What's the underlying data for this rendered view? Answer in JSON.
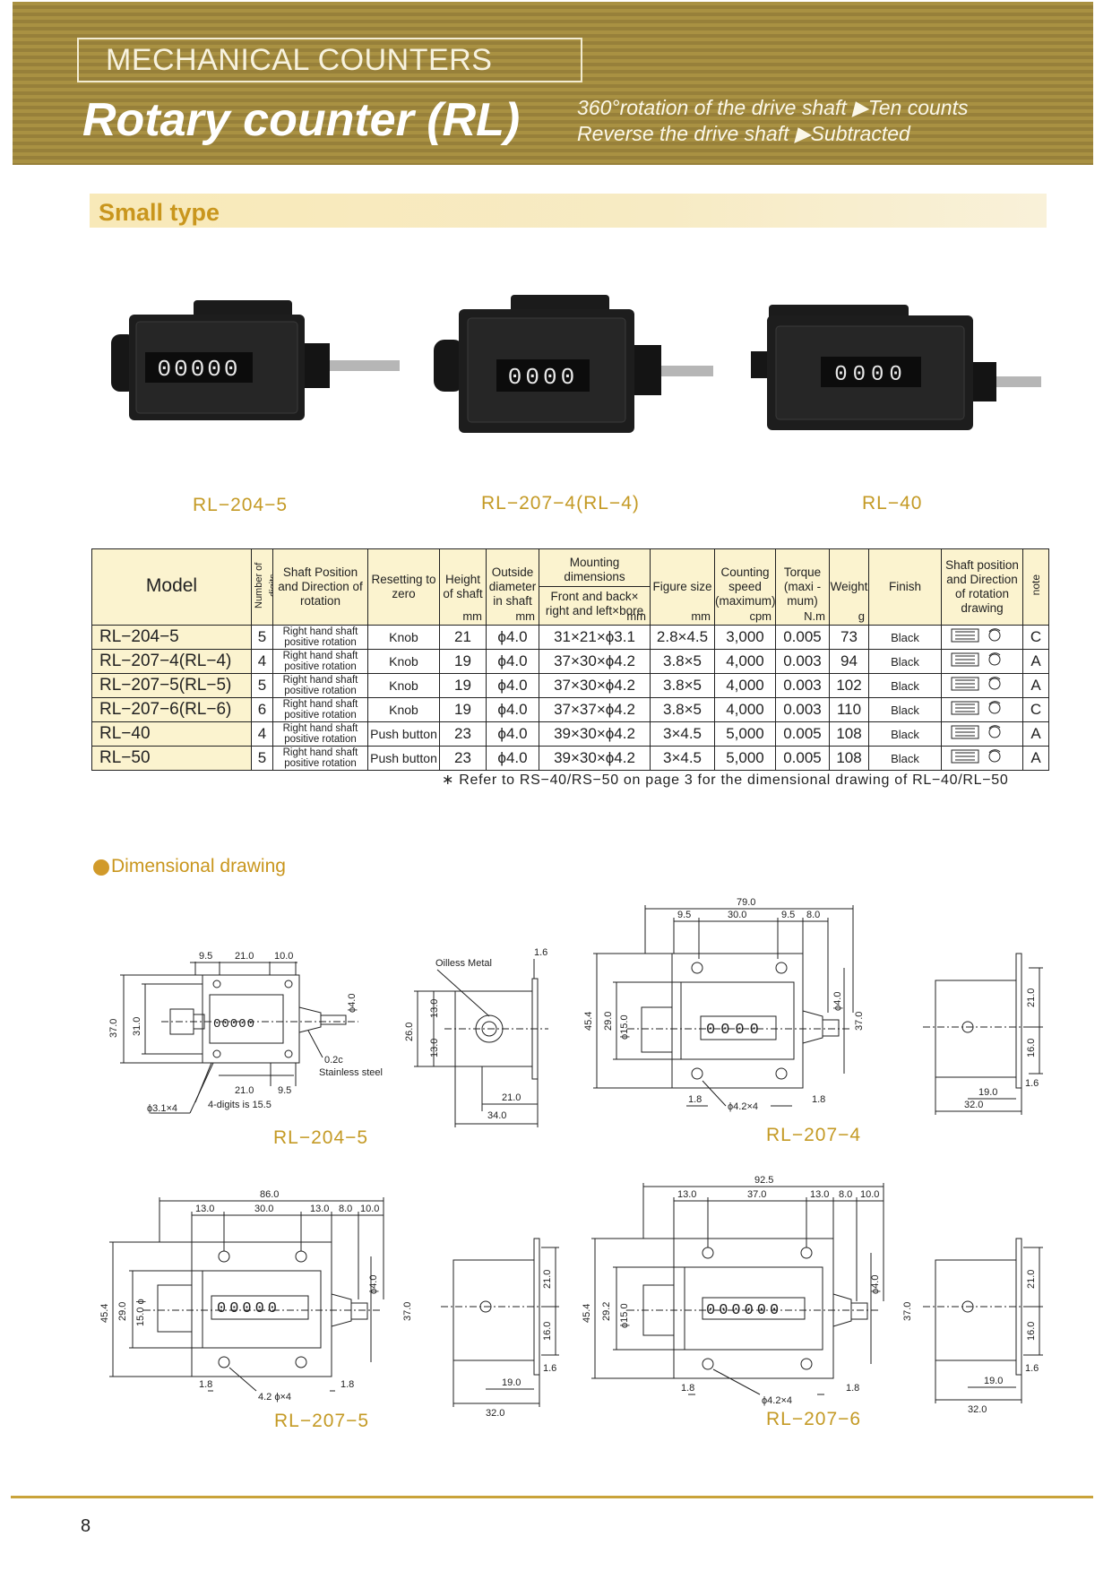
{
  "header": {
    "category": "MECHANICAL COUNTERS",
    "title": "Rotary counter (RL)",
    "tagline_1": "360°rotation of the drive shaft ▶Ten counts",
    "tagline_2": "Reverse the drive shaft ▶Subtracted"
  },
  "section": {
    "title": "Small type"
  },
  "products": [
    {
      "caption": "RL−204−5",
      "display": "00000"
    },
    {
      "caption": "RL−207−4(RL−4)",
      "display": "0000"
    },
    {
      "caption": "RL−40",
      "display": "0000"
    }
  ],
  "table": {
    "headers": {
      "model": "Model",
      "digits": "Number of digits",
      "shaft": "Shaft Position and Direction of rotation",
      "reset": "Resetting to zero",
      "height": "Height of shaft",
      "height_unit": "mm",
      "diameter": "Outside diameter in shaft",
      "diameter_unit": "mm",
      "mount_1": "Mounting dimensions",
      "mount_2": "Front and back×",
      "mount_3": "right and left×bore",
      "mount_unit": "mm",
      "figure": "Figure size",
      "figure_unit": "mm",
      "speed": "Counting speed (maximum)",
      "speed_unit": "cpm",
      "torque": "Torque (maxi -mum)",
      "torque_unit": "N.m",
      "weight": "Weight",
      "weight_unit": "g",
      "finish": "Finish",
      "shaftpos": "Shaft position and Direction of rotation drawing",
      "note": "note"
    },
    "rows": [
      {
        "model": "RL−204−5",
        "digits": "5",
        "shaft": "Right hand shaft positive rotation",
        "reset": "Knob",
        "height": "21",
        "diameter": "ϕ4.0",
        "mount": "31×21×ϕ3.1",
        "figure": "2.8×4.5",
        "speed": "3,000",
        "torque": "0.005",
        "weight": "73",
        "finish": "Black",
        "note": "C"
      },
      {
        "model": "RL−207−4(RL−4)",
        "digits": "4",
        "shaft": "Right hand shaft positive rotation",
        "reset": "Knob",
        "height": "19",
        "diameter": "ϕ4.0",
        "mount": "37×30×ϕ4.2",
        "figure": "3.8×5",
        "speed": "4,000",
        "torque": "0.003",
        "weight": "94",
        "finish": "Black",
        "note": "A"
      },
      {
        "model": "RL−207−5(RL−5)",
        "digits": "5",
        "shaft": "Right hand shaft positive rotation",
        "reset": "Knob",
        "height": "19",
        "diameter": "ϕ4.0",
        "mount": "37×30×ϕ4.2",
        "figure": "3.8×5",
        "speed": "4,000",
        "torque": "0.003",
        "weight": "102",
        "finish": "Black",
        "note": "A"
      },
      {
        "model": "RL−207−6(RL−6)",
        "digits": "6",
        "shaft": "Right hand shaft positive rotation",
        "reset": "Knob",
        "height": "19",
        "diameter": "ϕ4.0",
        "mount": "37×37×ϕ4.2",
        "figure": "3.8×5",
        "speed": "4,000",
        "torque": "0.003",
        "weight": "110",
        "finish": "Black",
        "note": "C"
      },
      {
        "model": "RL−40",
        "digits": "4",
        "shaft": "Right hand shaft positive rotation",
        "reset": "Push button",
        "height": "23",
        "diameter": "ϕ4.0",
        "mount": "39×30×ϕ4.2",
        "figure": "3×4.5",
        "speed": "5,000",
        "torque": "0.005",
        "weight": "108",
        "finish": "Black",
        "note": "A"
      },
      {
        "model": "RL−50",
        "digits": "5",
        "shaft": "Right hand shaft positive rotation",
        "reset": "Push button",
        "height": "23",
        "diameter": "ϕ4.0",
        "mount": "39×30×ϕ4.2",
        "figure": "3×4.5",
        "speed": "5,000",
        "torque": "0.005",
        "weight": "108",
        "finish": "Black",
        "note": "A"
      }
    ],
    "footnote": "∗ Refer to RS−40/RS−50 on page 3 for the dimensional drawing of RL−40/RL−50"
  },
  "drawing": {
    "title": "Dimensional drawing",
    "captions": {
      "rl2045": "RL−204−5",
      "rl2074": "RL−207−4",
      "rl2075": "RL−207−5",
      "rl2076": "RL−207−6"
    },
    "labels": {
      "a_top1": "9.5",
      "a_top2": "21.0",
      "a_top3": "10.0",
      "a_l1": "37.0",
      "a_l2": "31.0",
      "a_r": "ϕ4.0",
      "a_b1": "21.0",
      "a_b2": "9.5",
      "a_hole": "ϕ3.1×4",
      "a_note": "4-digits is 15.5",
      "a_c": "0.2c",
      "a_steel": "Stainless steel",
      "a_disp": "00000",
      "b_oil": "Oilless Metal",
      "b_t": "1.6",
      "b_l1": "26.0",
      "b_l2": "13.0",
      "b_l3": "13.0",
      "b_b1": "21.0",
      "b_b2": "34.0",
      "c_top": "79.0",
      "c_t1": "9.5",
      "c_t2": "30.0",
      "c_t3": "9.5",
      "c_t4": "8.0",
      "c_l1": "45.4",
      "c_l2": "29.0",
      "c_l3": "ϕ15.0",
      "c_r1": "ϕ4.0",
      "c_r2": "37.0",
      "c_b1": "1.8",
      "c_b2": "ϕ4.2×4",
      "c_b3": "1.8",
      "c_disp": "0000",
      "d_r1": "21.0",
      "d_r2": "16.0",
      "d_r3": "1.6",
      "d_b1": "19.0",
      "d_b2": "32.0",
      "e_top": "86.0",
      "e_t1": "13.0",
      "e_t2": "30.0",
      "e_t3": "13.0",
      "e_t4": "8.0",
      "e_t5": "10.0",
      "e_l1": "45.4",
      "e_l2": "29.0",
      "e_l3": "15.0 ϕ",
      "e_r1": "ϕ4.0",
      "e_r2": "37.0",
      "e_b1": "1.8",
      "e_b2": "4.2 ϕ×4",
      "e_b3": "1.8",
      "e_disp": "00000",
      "f_r1": "21.0",
      "f_r2": "16.0",
      "f_r3": "1.6",
      "f_b1": "19.0",
      "f_b2": "32.0",
      "g_top": "92.5",
      "g_t1": "13.0",
      "g_t2": "37.0",
      "g_t3": "13.0",
      "g_t4": "8.0",
      "g_t5": "10.0",
      "g_l1": "45.4",
      "g_l2": "29.2",
      "g_l3": "ϕ15.0",
      "g_r1": "ϕ4.0",
      "g_r2": "37.0",
      "g_b1": "1.8",
      "g_b2": "ϕ4.2×4",
      "g_b3": "1.8",
      "g_disp": "000000",
      "h_r1": "21.0",
      "h_r2": "16.0",
      "h_r3": "1.6",
      "h_b1": "19.0",
      "h_b2": "32.0"
    }
  },
  "page_number": "8"
}
